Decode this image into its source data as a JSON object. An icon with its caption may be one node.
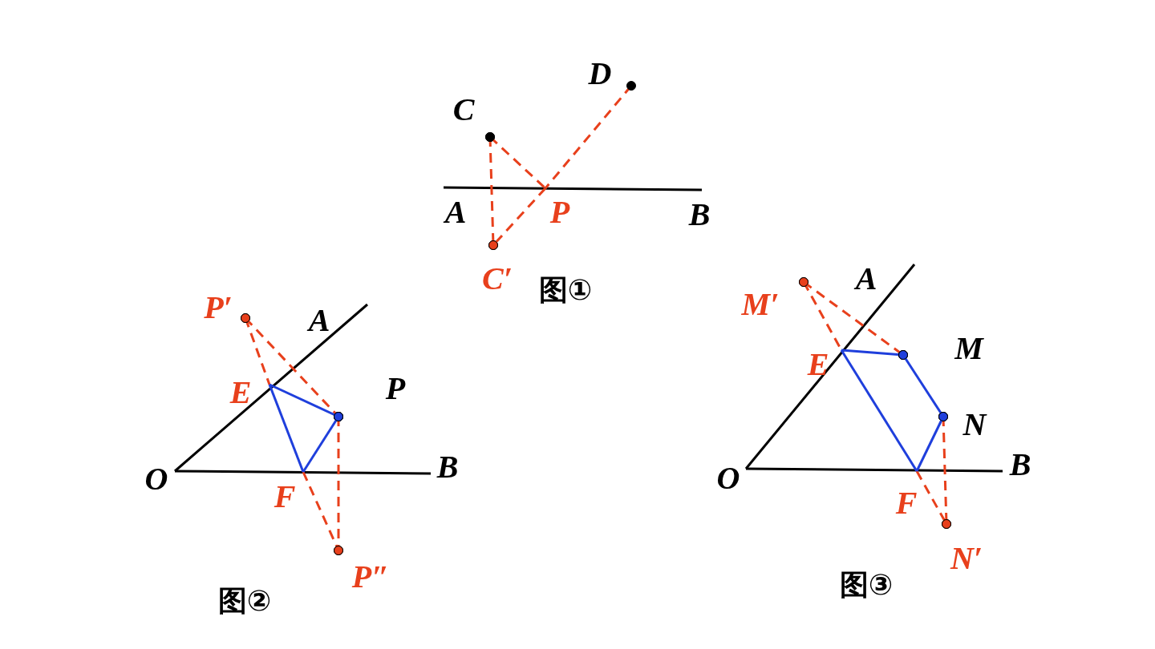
{
  "diagram": {
    "nodes": [
      {
        "text": [
          "D"
        ]
      },
      {
        "text": [
          "C"
        ]
      },
      {
        "text": [
          "A"
        ]
      },
      {
        "text": [
          "P"
        ]
      },
      {
        "text": [
          "B"
        ]
      },
      {
        "text": [
          "C′"
        ]
      },
      {
        "text": [
          "P′"
        ]
      },
      {
        "text": [
          "A"
        ]
      },
      {
        "text": [
          "P"
        ]
      },
      {
        "text": [
          "E"
        ]
      },
      {
        "text": [
          "O"
        ]
      },
      {
        "text": [
          "B"
        ]
      },
      {
        "text": [
          "F"
        ]
      },
      {
        "text": [
          "P″"
        ]
      },
      {
        "text": [
          "M′"
        ]
      },
      {
        "text": [
          "A"
        ]
      },
      {
        "text": [
          "M"
        ]
      },
      {
        "text": [
          "E"
        ]
      },
      {
        "text": [
          "N"
        ]
      },
      {
        "text": [
          "O"
        ]
      },
      {
        "text": [
          "B"
        ]
      },
      {
        "text": [
          "F"
        ]
      },
      {
        "text": [
          "N′"
        ]
      }
    ],
    "edges": [
      {
        "from": 2,
        "to": 4,
        "arrow": "none",
        "color": "#000000"
      },
      {
        "from": 1,
        "to": 5,
        "arrow": "other",
        "style": "dashed"
      },
      {
        "from": 1,
        "to": 3,
        "arrow": "other",
        "style": "dashed"
      },
      {
        "from": 0,
        "to": 3,
        "arrow": "other",
        "style": "dashed"
      },
      {
        "from": 3,
        "to": 5,
        "arrow": "other",
        "style": "dashed"
      },
      {
        "from": 10,
        "to": 7,
        "arrow": "none",
        "color": "#000000"
      },
      {
        "from": 10,
        "to": 11,
        "arrow": "none",
        "color": "#000000"
      },
      {
        "from": 6,
        "to": 9,
        "arrow": "other",
        "style": "dashed"
      },
      {
        "from": 6,
        "to": 8,
        "arrow": "other",
        "style": "dashed"
      },
      {
        "from": 12,
        "to": 13,
        "arrow": "other",
        "style": "dashed"
      },
      {
        "from": 8,
        "to": 13,
        "arrow": "other",
        "style": "dashed"
      },
      {
        "from": 8,
        "to": 9,
        "arrow": "other",
        "color": "#1f3fdc"
      },
      {
        "from": 9,
        "to": 12,
        "arrow": "none",
        "color": "#1f3fdc"
      },
      {
        "from": 12,
        "to": 8,
        "arrow": "other",
        "color": "#1f3fdc"
      },
      {
        "from": 19,
        "to": 15,
        "arrow": "none",
        "color": "#000000"
      },
      {
        "from": 19,
        "to": 20,
        "arrow": "none",
        "color": "#000000"
      },
      {
        "from": 14,
        "to": 17,
        "arrow": "other",
        "style": "dashed"
      },
      {
        "from": 14,
        "to": 16,
        "arrow": "other",
        "style": "dashed"
      },
      {
        "from": 21,
        "to": 22,
        "arrow": "other",
        "style": "dashed"
      },
      {
        "from": 18,
        "to": 22,
        "arrow": "other",
        "style": "dashed"
      },
      {
        "from": 17,
        "to": 16,
        "arrow": "other",
        "color": "#1f3fdc"
      },
      {
        "from": 16,
        "to": 18,
        "arrow": "other",
        "color": "#1f3fdc"
      },
      {
        "from": 18,
        "to": 21,
        "arrow": "other",
        "color": "#1f3fdc"
      },
      {
        "from": 21,
        "to": 17,
        "arrow": "none",
        "color": "#1f3fdc"
      }
    ],
    "labels": [
      "图①",
      "图②",
      "图③"
    ]
  }
}
